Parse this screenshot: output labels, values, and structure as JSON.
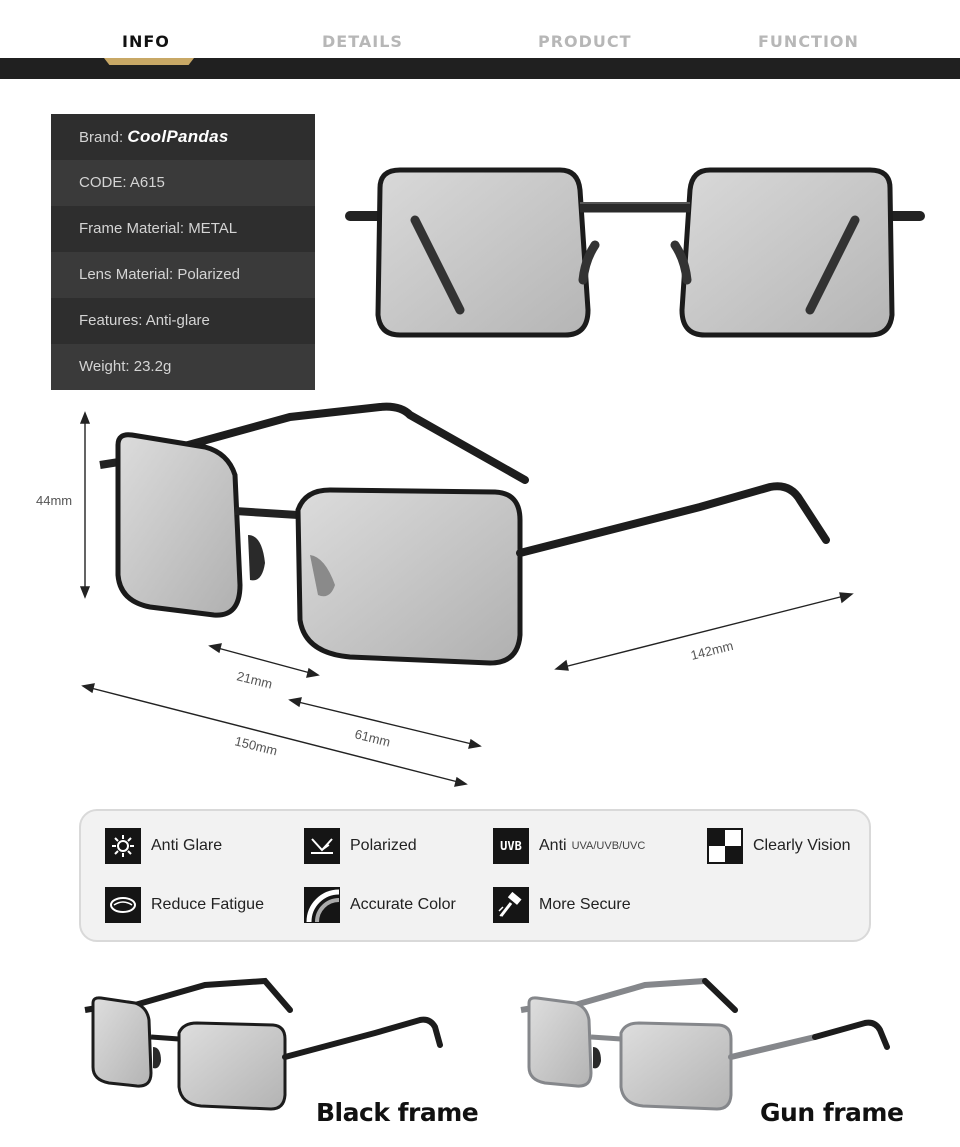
{
  "tabs": [
    {
      "label": "INFO",
      "active": true
    },
    {
      "label": "DETAILS",
      "active": false
    },
    {
      "label": "PRODUCT",
      "active": false
    },
    {
      "label": "FUNCTION",
      "active": false
    }
  ],
  "spec": {
    "brand_label": "Brand:",
    "brand_name": "CoolPandas",
    "rows": [
      "CODE: A615",
      "Frame Material: METAL",
      "Lens Material: Polarized",
      "Features: Anti-glare",
      "Weight: 23.2g"
    ]
  },
  "dimensions": {
    "height": "44mm",
    "temple": "142mm",
    "bridge": "21mm",
    "lens": "61mm",
    "total": "150mm"
  },
  "features": [
    {
      "label": "Anti Glare",
      "icon": "sun-icon"
    },
    {
      "label": "Polarized",
      "icon": "polarized-icon"
    },
    {
      "label": "Anti",
      "sub": "UVA/UVB/UVC",
      "icon": "uvb-icon",
      "icon_text": "UVB"
    },
    {
      "label": "Clearly Vision",
      "icon": "checker-icon"
    },
    {
      "label": "Reduce Fatigue",
      "icon": "eye-icon"
    },
    {
      "label": "Accurate Color",
      "icon": "color-arc-icon"
    },
    {
      "label": "More Secure",
      "icon": "hammer-icon"
    }
  ],
  "variants": [
    {
      "caption": "Black frame",
      "color": "#1c1c1c"
    },
    {
      "caption": "Gun frame",
      "color": "#8a8c90"
    }
  ],
  "colors": {
    "accent": "#c8a866",
    "dark_bar": "#202020",
    "lens": "#c9c9c9"
  }
}
